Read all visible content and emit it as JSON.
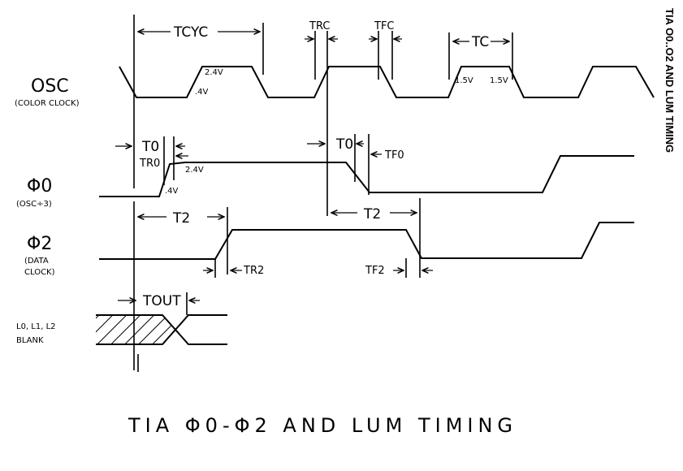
{
  "title": "TIA Φ0-Φ2 AND LUM TIMING",
  "side_title": "TIA O0..O2 AND LUM TIMING",
  "signals": {
    "osc": {
      "name": "OSC",
      "sub": "(COLOR CLOCK)"
    },
    "phi0": {
      "name": "Φ0",
      "sub": "(OSC÷3)"
    },
    "phi2": {
      "name": "Φ2",
      "sub1": "(DATA",
      "sub2": "CLOCK)"
    },
    "lum": {
      "name1": "L0, L1, L2",
      "name2": "BLANK"
    }
  },
  "timing": {
    "tcyc": "TCYC",
    "trc": "TRC",
    "tfc": "TFC",
    "tc": "TC",
    "t0a": "T0",
    "t0b": "T0",
    "tr0": "TR0",
    "tf0": "TF0",
    "t2a": "T2",
    "t2b": "T2",
    "tr2": "TR2",
    "tf2": "TF2",
    "tout": "TOUT"
  },
  "levels": {
    "v24": "2.4V",
    "v04": ".4V",
    "v15": "1.5V"
  }
}
